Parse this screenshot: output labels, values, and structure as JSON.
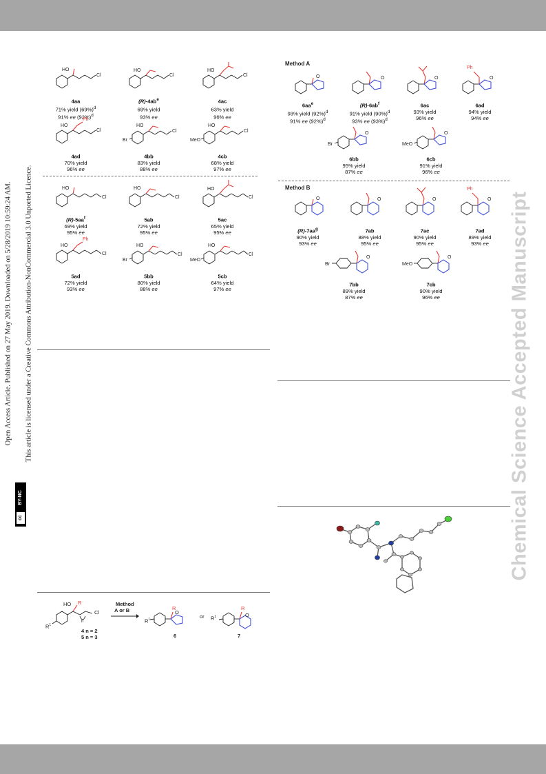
{
  "page": {
    "watermark": "Chemical Science Accepted Manuscript",
    "open_access_line1": "Open Access Article. Published on 27 May 2019. Downloaded on 5/28/2019 10:59:24 AM.",
    "open_access_line2": "This article is licensed under a Creative Commons Attribution-NonCommercial 3.0 Unported Licence.",
    "cc_badge": "cc",
    "cc_badge_text": "BY-NC"
  },
  "left_panel": {
    "row1": [
      {
        "id": "4aa",
        "prefix": "",
        "sup": "",
        "l1": "71% yield (69%)",
        "l1sup": "d",
        "l2": "91% ee (92%)",
        "l2sup": "d"
      },
      {
        "id": "4ab",
        "prefix": "(R)-",
        "sup": "e",
        "l1": "69% yield",
        "l1sup": "",
        "l2": "93% ee",
        "l2sup": ""
      },
      {
        "id": "4ac",
        "prefix": "",
        "sup": "",
        "l1": "63% yield",
        "l1sup": "",
        "l2": "96% ee",
        "l2sup": ""
      }
    ],
    "row2": [
      {
        "id": "4ad",
        "prefix": "",
        "sup": "",
        "l1": "70% yield",
        "l1sup": "",
        "l2": "96% ee",
        "l2sup": ""
      },
      {
        "id": "4bb",
        "prefix": "",
        "sup": "",
        "l1": "83% yield",
        "l1sup": "",
        "l2": "88% ee",
        "l2sup": ""
      },
      {
        "id": "4cb",
        "prefix": "",
        "sup": "",
        "l1": "68% yield",
        "l1sup": "",
        "l2": "97% ee",
        "l2sup": ""
      }
    ],
    "row3": [
      {
        "id": "5aa",
        "prefix": "(R)-",
        "sup": "f",
        "l1": "69% yield",
        "l1sup": "",
        "l2": "95% ee",
        "l2sup": ""
      },
      {
        "id": "5ab",
        "prefix": "",
        "sup": "",
        "l1": "72% yield",
        "l1sup": "",
        "l2": "95% ee",
        "l2sup": ""
      },
      {
        "id": "5ac",
        "prefix": "",
        "sup": "",
        "l1": "65% yield",
        "l1sup": "",
        "l2": "95% ee",
        "l2sup": ""
      }
    ],
    "row4": [
      {
        "id": "5ad",
        "prefix": "",
        "sup": "",
        "l1": "72% yield",
        "l1sup": "",
        "l2": "93% ee",
        "l2sup": ""
      },
      {
        "id": "5bb",
        "prefix": "",
        "sup": "",
        "l1": "80% yield",
        "l1sup": "",
        "l2": "88% ee",
        "l2sup": ""
      },
      {
        "id": "5cb",
        "prefix": "",
        "sup": "",
        "l1": "64% yield",
        "l1sup": "",
        "l2": "97% ee",
        "l2sup": ""
      }
    ],
    "atoms": {
      "ho": "HO",
      "cl": "Cl",
      "ph": "Ph",
      "br": "Br",
      "meo": "MeO"
    }
  },
  "right_panel": {
    "method_a": "Method A",
    "method_b": "Method B",
    "rowA1": [
      {
        "id": "6aa",
        "prefix": "",
        "sup": "e",
        "l1": "93% yield (92%)",
        "l1sup": "d",
        "l2": "91% ee (92%)",
        "l2sup": "d"
      },
      {
        "id": "6ab",
        "prefix": "(R)-",
        "sup": "f",
        "l1": "91% yield (90%)",
        "l1sup": "d",
        "l2": "93% ee (93%)",
        "l2sup": "d"
      },
      {
        "id": "6ac",
        "prefix": "",
        "sup": "",
        "l1": "93% yield",
        "l1sup": "",
        "l2": "96% ee",
        "l2sup": ""
      },
      {
        "id": "6ad",
        "prefix": "",
        "sup": "",
        "l1": "94% yield",
        "l1sup": "",
        "l2": "94% ee",
        "l2sup": ""
      }
    ],
    "rowA2": [
      {
        "id": "6bb",
        "prefix": "",
        "sup": "",
        "l1": "95% yield",
        "l1sup": "",
        "l2": "87% ee",
        "l2sup": ""
      },
      {
        "id": "6cb",
        "prefix": "",
        "sup": "",
        "l1": "91% yield",
        "l1sup": "",
        "l2": "96% ee",
        "l2sup": ""
      }
    ],
    "rowB1": [
      {
        "id": "7aa",
        "prefix": "(R)-",
        "sup": "g",
        "l1": "90% yield",
        "l1sup": "",
        "l2": "93% ee",
        "l2sup": ""
      },
      {
        "id": "7ab",
        "prefix": "",
        "sup": "",
        "l1": "88% yield",
        "l1sup": "",
        "l2": "95% ee",
        "l2sup": ""
      },
      {
        "id": "7ac",
        "prefix": "",
        "sup": "",
        "l1": "90% yield",
        "l1sup": "",
        "l2": "95% ee",
        "l2sup": ""
      },
      {
        "id": "7ad",
        "prefix": "",
        "sup": "",
        "l1": "89% yield",
        "l1sup": "",
        "l2": "93% ee",
        "l2sup": ""
      }
    ],
    "rowB2": [
      {
        "id": "7bb",
        "prefix": "",
        "sup": "",
        "l1": "89% yield",
        "l1sup": "",
        "l2": "87% ee",
        "l2sup": ""
      },
      {
        "id": "7cb",
        "prefix": "",
        "sup": "",
        "l1": "90% yield",
        "l1sup": "",
        "l2": "96% ee",
        "l2sup": ""
      }
    ],
    "atoms": {
      "o": "O",
      "ph": "Ph",
      "br": "Br",
      "meo": "MeO"
    }
  },
  "scheme": {
    "method_label": "Method",
    "method_options": "A or B",
    "ho": "HO",
    "r": "R",
    "cl": "Cl",
    "r1": "R",
    "r1_sup": "1",
    "n": "n",
    "cond4": "4 n = 2",
    "cond5": "5 n = 3",
    "or": "or",
    "p6": "6",
    "p7": "7",
    "o": "O"
  },
  "xray": {
    "title": ""
  }
}
